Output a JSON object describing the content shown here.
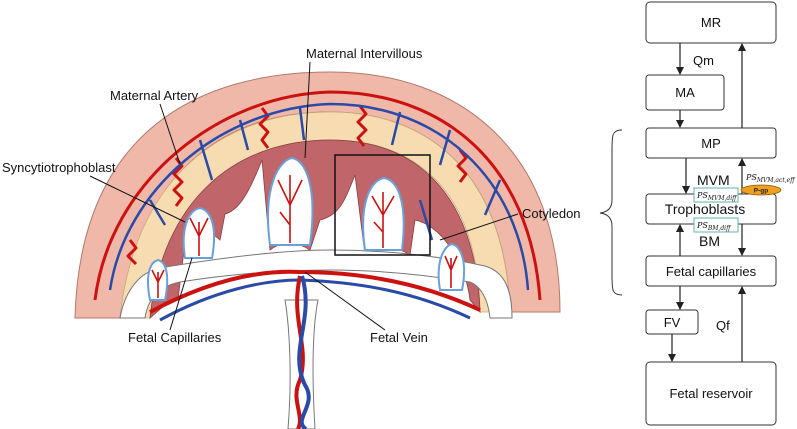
{
  "anatomy": {
    "labels": {
      "maternal_intervillous": "Maternal Intervillous",
      "maternal_artery": "Maternal Artery",
      "syncytiotrophoblast": "Syncytiotrophoblast",
      "cotyledon": "Cotyledon",
      "fetal_capillaries": "Fetal Capillaries",
      "fetal_vein": "Fetal Vein"
    }
  },
  "flowchart": {
    "boxes": {
      "mr": "MR",
      "ma": "MA",
      "mp": "MP",
      "trophoblasts": "Trophoblasts",
      "fetal_capillaries": "Fetal capillaries",
      "fv": "FV",
      "fetal_reservoir": "Fetal reservoir"
    },
    "flows": {
      "qm": "Qm",
      "qf": "Qf",
      "mvm": "MVM",
      "bm": "BM"
    },
    "params": {
      "ps_mvm_diff_main": "PS",
      "ps_mvm_diff_sub": "MVM,diff",
      "ps_bm_diff_main": "PS",
      "ps_bm_diff_sub": "BM,diff",
      "ps_mvm_act_main": "PS",
      "ps_mvm_act_sub": "MVM,act,eff"
    },
    "transporter": "P-gp"
  },
  "colors": {
    "uterine_wall": "#f0b8a8",
    "decidua": "#f6dcb0",
    "intervillous": "#c0666a",
    "artery": "#cc1111",
    "vein": "#2a4aa8",
    "pgp": "#f0a020"
  }
}
